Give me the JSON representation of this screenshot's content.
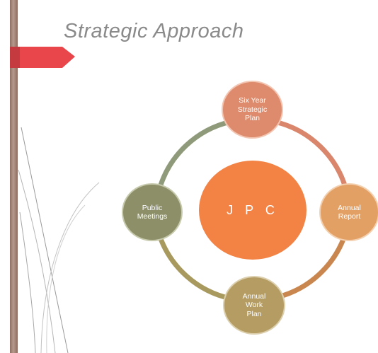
{
  "slide": {
    "title": "Strategic Approach",
    "center_label": "J P C",
    "nodes": {
      "top": "Six Year\nStrategic\nPlan",
      "right": "Annual\nReport",
      "bottom": "Annual\nWork\nPlan",
      "left": "Public\nMeetings"
    },
    "colors": {
      "title": "#8a8a8a",
      "flag": "#e8464b",
      "center": "#f28345",
      "ring_top_right": "#d9866c",
      "ring_right_bottom": "#c9874f",
      "ring_bottom_left": "#a8995f",
      "ring_left_top": "#8f9a7a"
    }
  }
}
